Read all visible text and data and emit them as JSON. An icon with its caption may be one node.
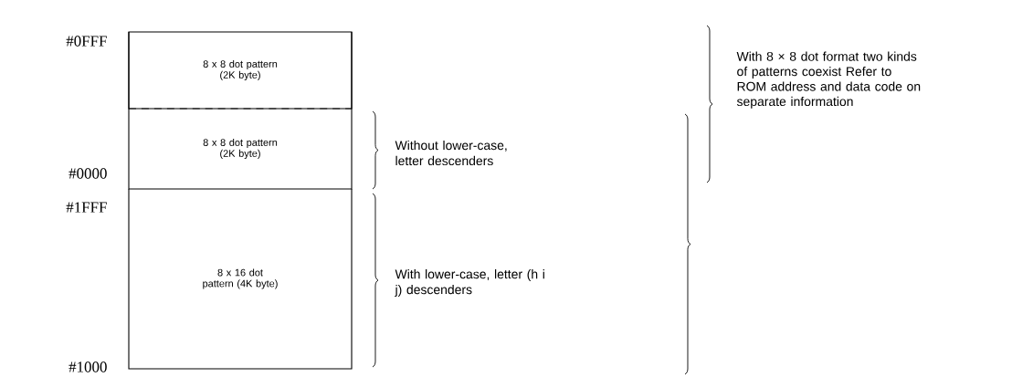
{
  "diagram": {
    "nodes": [
      {
        "text": [
          "8 x 8 dot pattern (2K byte)"
        ]
      },
      {
        "text": [
          "8 x 8 dot pattern (2K byte)"
        ],
        "beside": [
          "Without lower-case, letter descenders"
        ]
      },
      {
        "text": [
          "8 x 16 dot pattern (4K byte)"
        ],
        "beside": [
          "With lower-case, letter (h i j) descenders"
        ]
      }
    ],
    "labels": [
      "#0FFF",
      "#0000",
      "#1FFF",
      "#1000",
      "With 8 × 8 dot format two kinds of patterns coexist Refer to ROM address and data code on separate information"
    ]
  }
}
